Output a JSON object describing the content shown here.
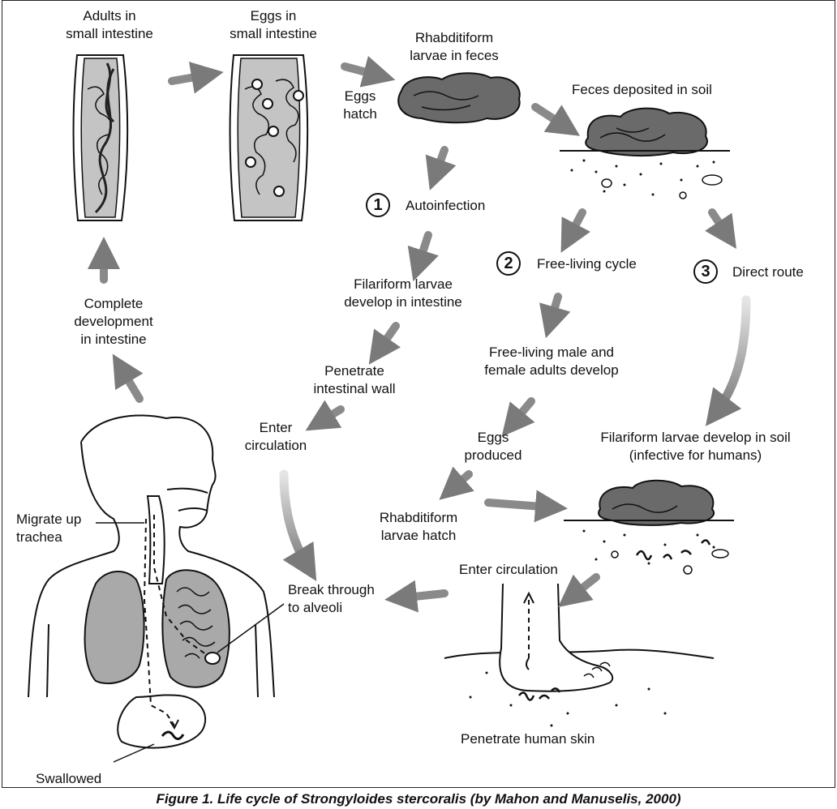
{
  "labels": {
    "adults": "Adults in\nsmall intestine",
    "eggs_intestine": "Eggs in\nsmall intestine",
    "rhabditiform_feces": "Rhabditiform\nlarvae in feces",
    "eggs_hatch": "Eggs\nhatch",
    "feces_soil": "Feces deposited in soil",
    "autoinfection": "Autoinfection",
    "free_living": "Free-living cycle",
    "direct_route": "Direct route",
    "filariform_intestine": "Filariform larvae\ndevelop in intestine",
    "complete_development": "Complete\ndevelopment\nin intestine",
    "penetrate_wall": "Penetrate\nintestinal wall",
    "free_adults": "Free-living male and\nfemale adults develop",
    "enter_circulation_1": "Enter\ncirculation",
    "eggs_produced": "Eggs\nproduced",
    "filariform_soil": "Filariform larvae develop in soil\n(infective for humans)",
    "migrate_trachea": "Migrate up\ntrachea",
    "rhabditiform_hatch": "Rhabditiform\nlarvae hatch",
    "enter_circulation_2": "Enter circulation",
    "break_alveoli": "Break through\nto alveoli",
    "penetrate_skin": "Penetrate human skin",
    "swallowed": "Swallowed"
  },
  "routes": {
    "r1": "1",
    "r2": "2",
    "r3": "3"
  },
  "caption": "Figure 1. Life cycle of Strongyloides stercoralis (by Mahon and Manuselis, 2000)",
  "colors": {
    "arrow": "#8a8a8a",
    "organ": "#a9a9a9",
    "intestine": "#c4c4c4",
    "feces": "#6a6a6a",
    "line": "#111111"
  }
}
